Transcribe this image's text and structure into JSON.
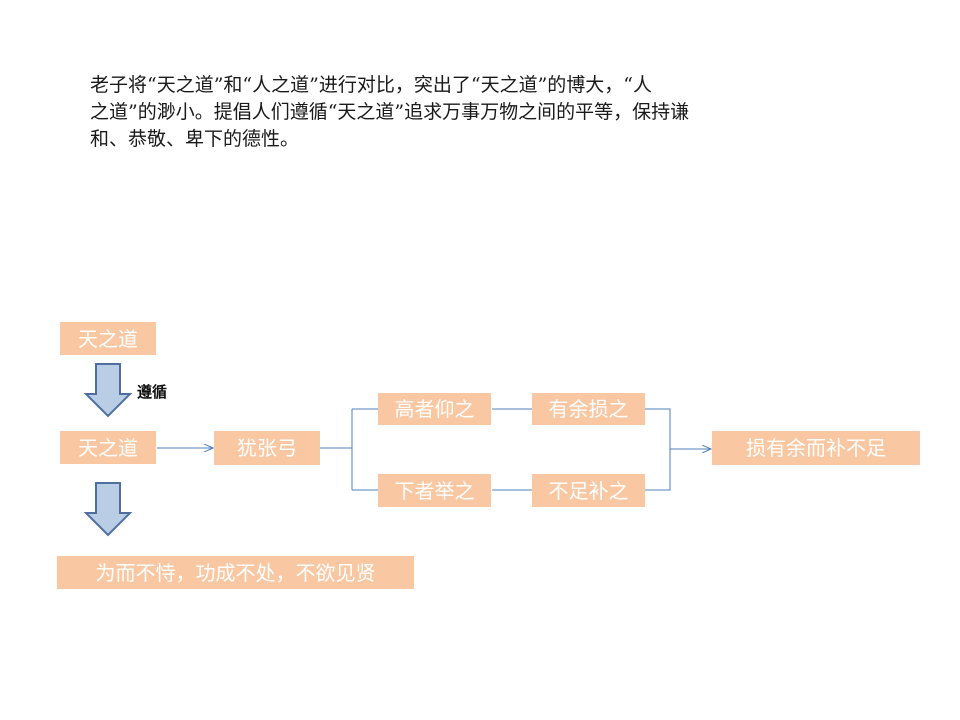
{
  "paragraph": {
    "line1": "老子将“天之道”和“人之道”进行对比，突出了“天之道”的博大，“人",
    "line2": "之道”的渺小。提倡人们遵循“天之道”追求万事万物之间的平等，保持谦",
    "line3": "和、恭敬、卑下的德性。"
  },
  "diagram": {
    "top_node": "天之道",
    "arrow_label": "遵循",
    "main_node": "天之道",
    "bow_node": "犹张弓",
    "high_node": "高者仰之",
    "low_node": "下者举之",
    "surplus_node": "有余损之",
    "deficit_node": "不足补之",
    "result_node": "损有余而补不足",
    "bottom_node": "为而不恃，功成不处，不欲见贤"
  },
  "colors": {
    "box_fill": "#f9c8a3",
    "box_text": "#ffffff",
    "arrow_fill": "#b9cde5",
    "arrow_stroke": "#4f6f9f",
    "line": "#4f81bd"
  }
}
